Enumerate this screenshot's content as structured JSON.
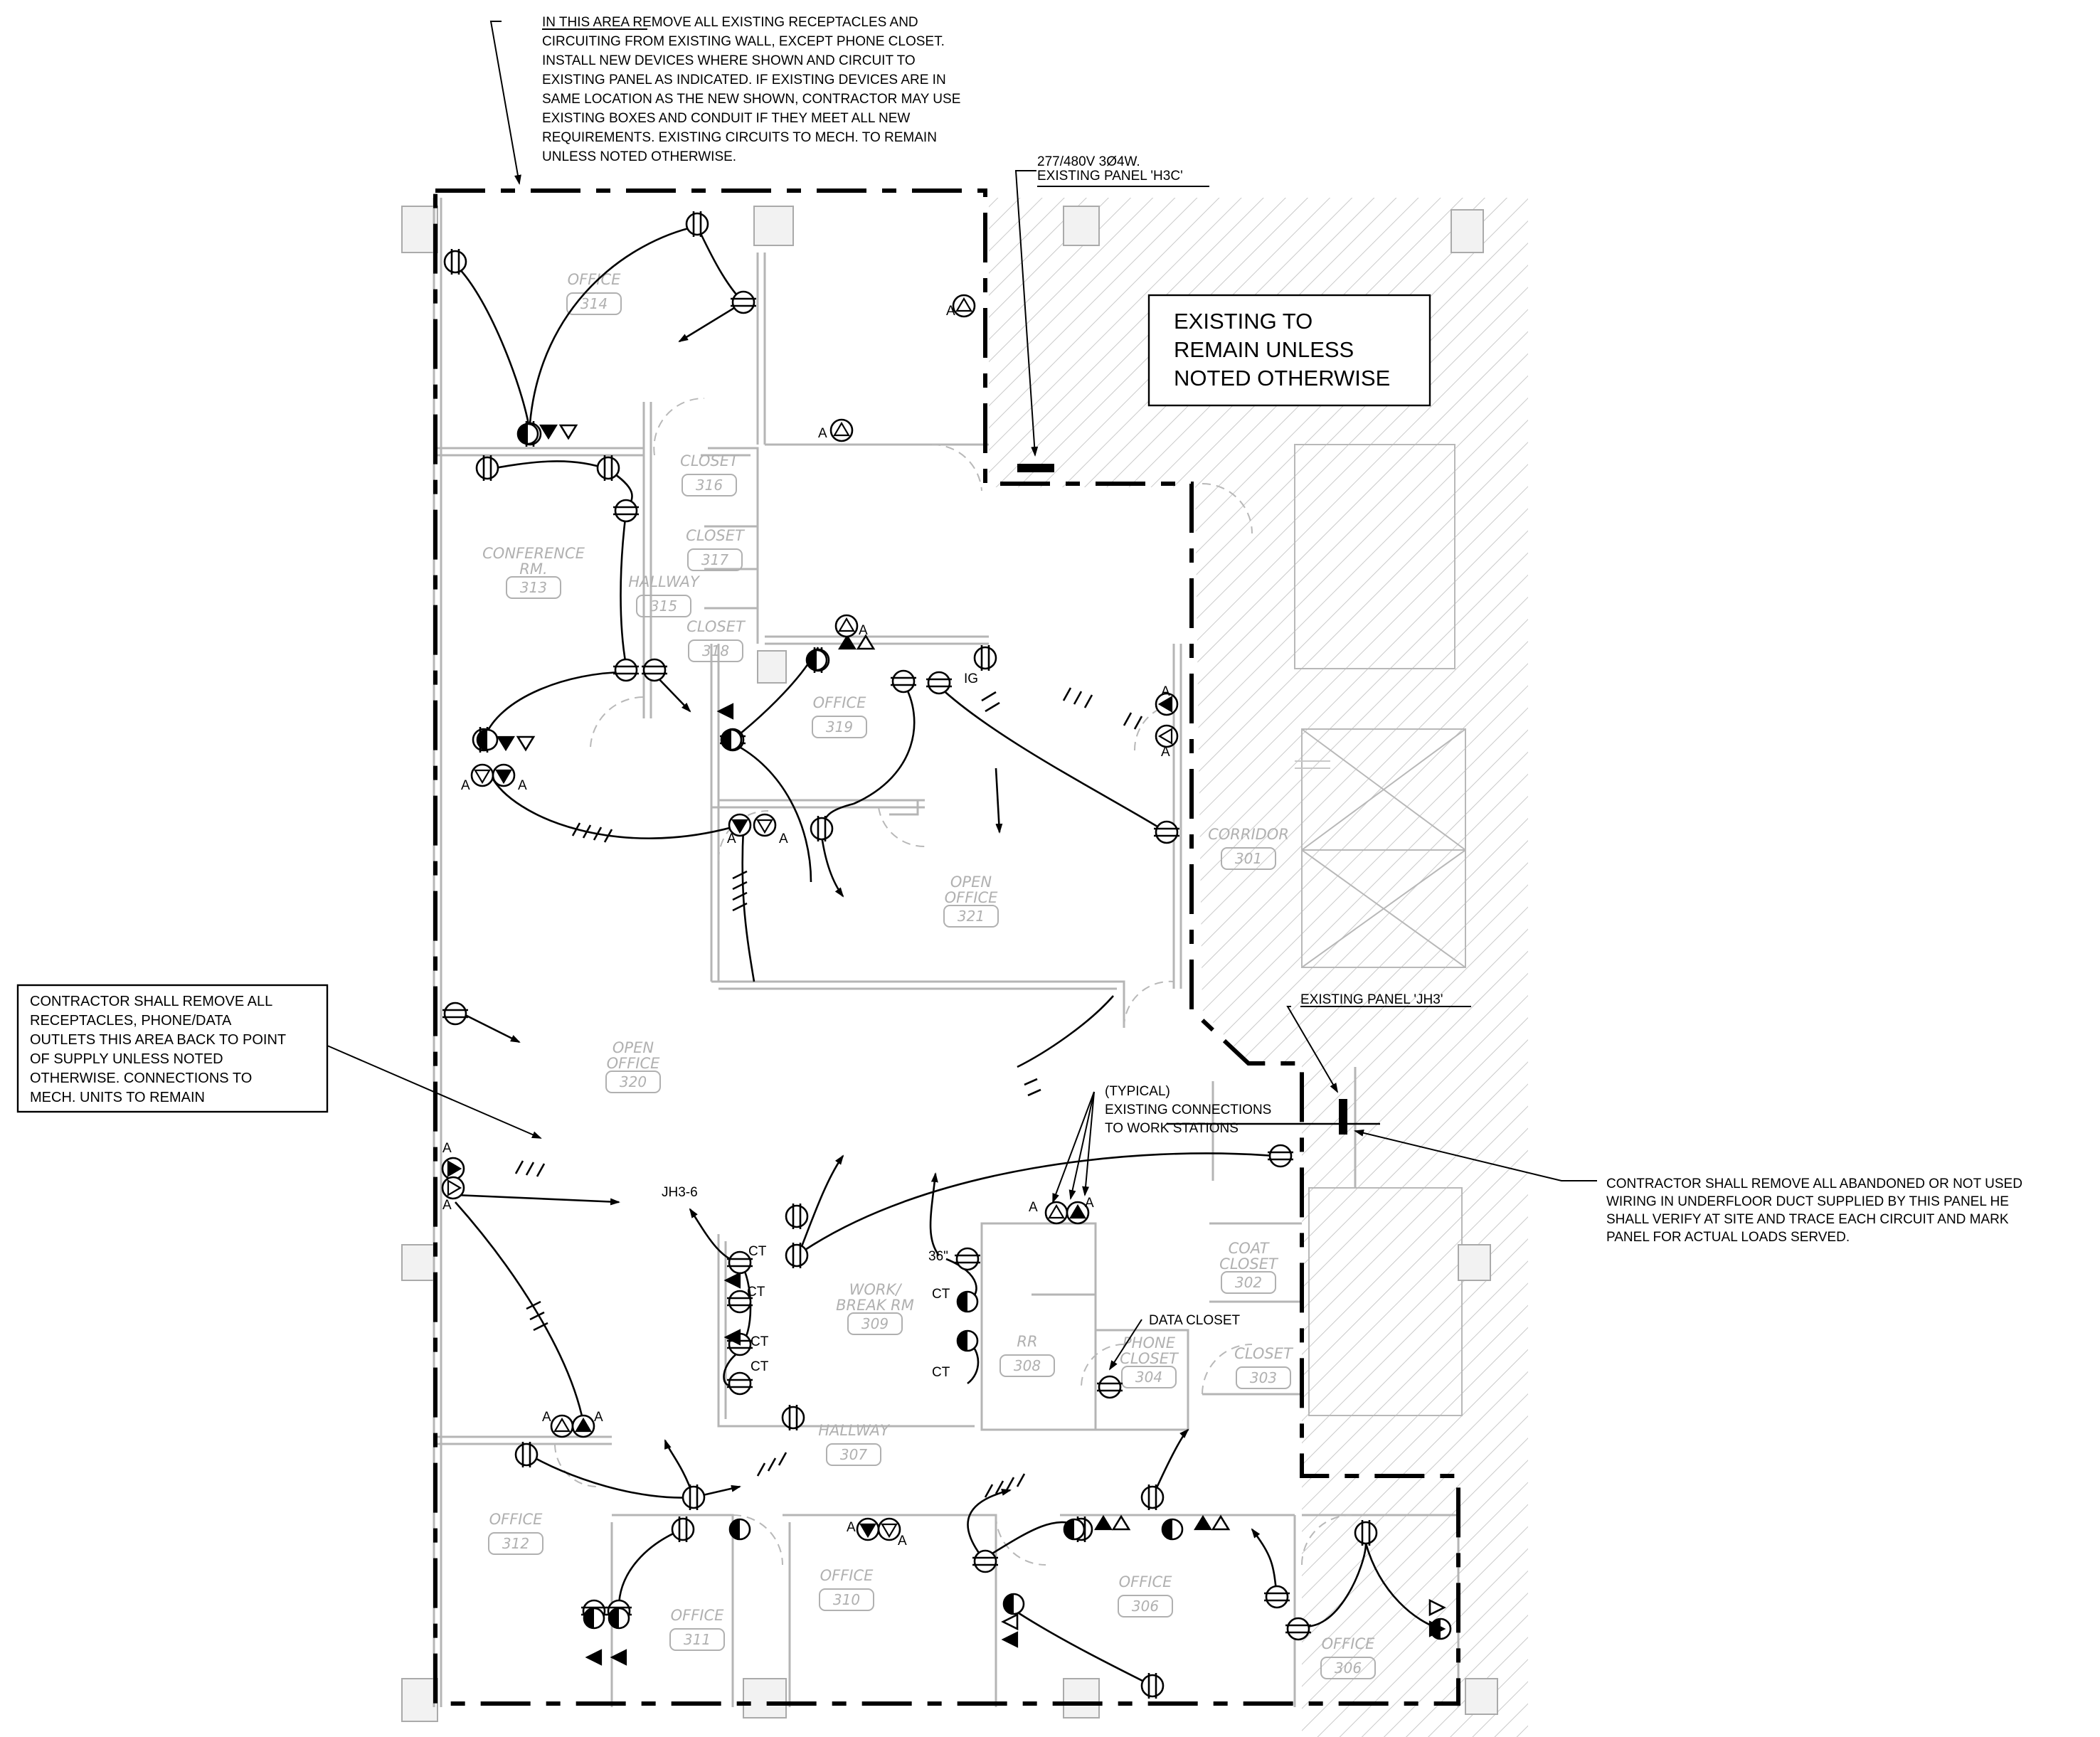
{
  "notes": {
    "top_area": [
      "IN THIS AREA REMOVE ALL EXISTING RECEPTACLES AND",
      "CIRCUITING FROM EXISTING WALL, EXCEPT PHONE CLOSET.",
      "INSTALL NEW DEVICES WHERE SHOWN AND CIRCUIT TO",
      "EXISTING PANEL AS INDICATED. IF EXISTING DEVICES ARE IN",
      "SAME LOCATION AS THE NEW SHOWN, CONTRACTOR MAY USE",
      "EXISTING BOXES AND CONDUIT IF THEY MEET ALL NEW",
      "REQUIREMENTS. EXISTING CIRCUITS TO MECH. TO REMAIN",
      "UNLESS NOTED OTHERWISE."
    ],
    "panel_h3c": [
      "277/480V 3Ø4W.",
      "EXISTING PANEL 'H3C'"
    ],
    "existing_box": [
      "EXISTING TO",
      "REMAIN UNLESS",
      "NOTED OTHERWISE"
    ],
    "left_box": [
      "CONTRACTOR SHALL REMOVE ALL",
      "RECEPTACLES, PHONE/DATA",
      "OUTLETS THIS AREA BACK TO POINT",
      "OF SUPPLY UNLESS NOTED",
      "OTHERWISE. CONNECTIONS TO",
      "MECH. UNITS TO REMAIN"
    ],
    "panel_jh3": "EXISTING PANEL 'JH3'",
    "typical": [
      "(TYPICAL)",
      "EXISTING CONNECTIONS",
      "TO WORK STATIONS"
    ],
    "right": [
      "CONTRACTOR SHALL REMOVE ALL ABANDONED OR NOT USED",
      "WIRING IN UNDERFLOOR DUCT SUPPLIED BY THIS PANEL HE",
      "SHALL VERIFY AT SITE AND TRACE EACH CIRCUIT AND MARK",
      "PANEL FOR ACTUAL LOADS SERVED."
    ],
    "data_closet": "DATA CLOSET",
    "jh3_6": "JH3-6",
    "ig": "IG",
    "dim36": "36\""
  },
  "rooms": [
    {
      "name": "OFFICE",
      "num": "314"
    },
    {
      "name": "CLOSET",
      "num": "316"
    },
    {
      "name": "CLOSET",
      "num": "317"
    },
    {
      "name": "CONFERENCE RM.",
      "num": "313"
    },
    {
      "name": "HALLWAY",
      "num": "315"
    },
    {
      "name": "CLOSET",
      "num": "318"
    },
    {
      "name": "OFFICE",
      "num": "319"
    },
    {
      "name": "OPEN OFFICE",
      "num": "321"
    },
    {
      "name": "CORRIDOR",
      "num": "301"
    },
    {
      "name": "OPEN OFFICE",
      "num": "320"
    },
    {
      "name": "WORK/ BREAK RM",
      "num": "309"
    },
    {
      "name": "RR",
      "num": "308"
    },
    {
      "name": "PHONE CLOSET",
      "num": "304"
    },
    {
      "name": "COAT CLOSET",
      "num": "302"
    },
    {
      "name": "CLOSET",
      "num": "303"
    },
    {
      "name": "HALLWAY",
      "num": "307"
    },
    {
      "name": "OFFICE",
      "num": "312"
    },
    {
      "name": "OFFICE",
      "num": "311"
    },
    {
      "name": "OFFICE",
      "num": "310"
    },
    {
      "name": "OFFICE",
      "num": "306"
    },
    {
      "name": "OFFICE",
      "num": "306"
    }
  ],
  "labels": {
    "a": "A",
    "ct": "CT"
  }
}
